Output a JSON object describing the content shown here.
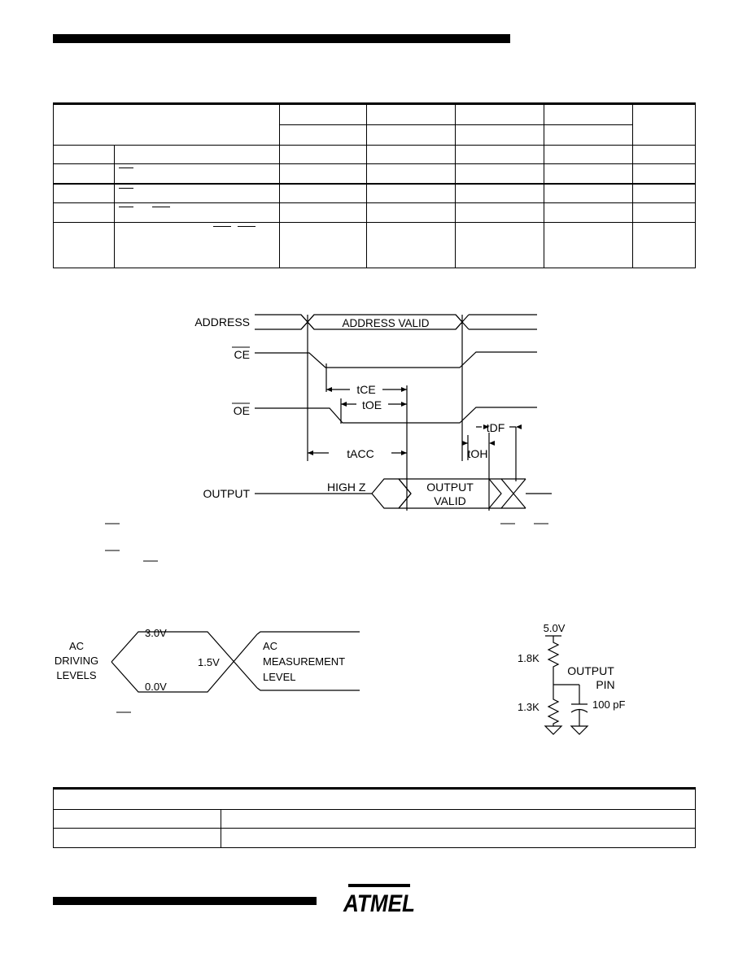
{
  "timing_diagram": {
    "address_label": "ADDRESS",
    "address_valid": "ADDRESS VALID",
    "ce_label": "CE",
    "oe_label": "OE",
    "tce": "tCE",
    "toe": "tOE",
    "tacc": "tACC",
    "toh": "tOH",
    "tdf": "tDF",
    "output_label": "OUTPUT",
    "highz": "HIGH Z",
    "output_valid_1": "OUTPUT",
    "output_valid_2": "VALID"
  },
  "ac_levels": {
    "driving_1": "AC",
    "driving_2": "DRIVING",
    "driving_3": "LEVELS",
    "v_high": "3.0V",
    "v_low": "0.0V",
    "v_mid": "1.5V",
    "meas_1": "AC",
    "meas_2": "MEASUREMENT",
    "meas_3": "LEVEL"
  },
  "load_circuit": {
    "vcc": "5.0V",
    "r1": "1.8K",
    "r2": "1.3K",
    "output_1": "OUTPUT",
    "output_2": "PIN",
    "cap": "100 pF"
  },
  "logo": {
    "text": "ATMEL"
  }
}
